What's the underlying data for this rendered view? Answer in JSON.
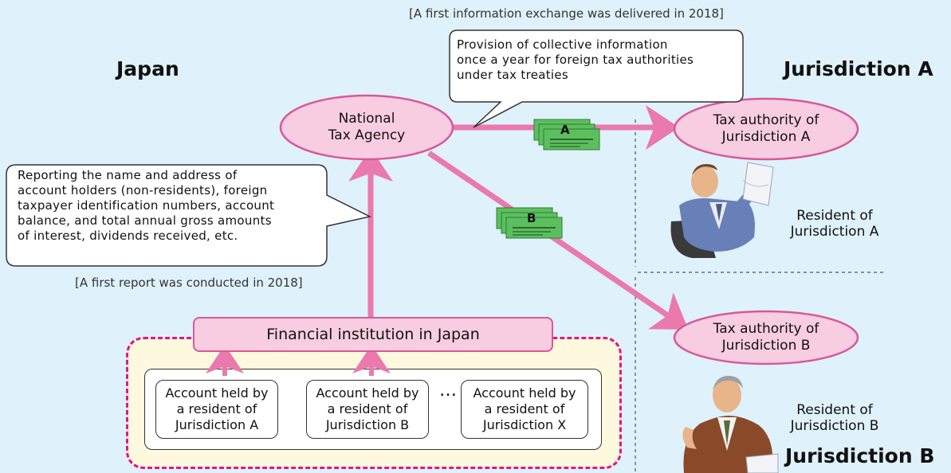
{
  "exchange_note": "[A first information exchange was delivered in 2018]",
  "report_note": "[A first report was conducted in 2018]",
  "regions": {
    "japan": "Japan",
    "jurisdiction_a": "Jurisdiction A",
    "jurisdiction_b": "Jurisdiction B"
  },
  "provision_callout": {
    "lines": [
      "Provision of collective information",
      "once a year for foreign tax authorities",
      "under tax treaties"
    ]
  },
  "reporting_callout": {
    "lines": [
      "Reporting the name and address of",
      "account holders (non-residents), foreign",
      "taxpayer identification numbers, account",
      "balance, and total annual gross amounts",
      "of interest, dividends received, etc."
    ]
  },
  "nodes": {
    "nta": [
      "National",
      "Tax Agency"
    ],
    "tax_a": [
      "Tax authority of",
      "Jurisdiction A"
    ],
    "tax_b": [
      "Tax authority of",
      "Jurisdiction B"
    ],
    "financial_institution": "Financial institution in Japan"
  },
  "accounts": [
    [
      "Account held by",
      "a resident of",
      "Jurisdiction A"
    ],
    [
      "Account held by",
      "a resident of",
      "Jurisdiction B"
    ],
    [
      "Account held by",
      "a resident of",
      "Jurisdiction X"
    ]
  ],
  "ellipsis": "…",
  "residents": {
    "a": [
      "Resident of",
      "Jurisdiction A"
    ],
    "b": [
      "Resident of",
      "Jurisdiction B"
    ]
  },
  "info_packets": {
    "a_label": "A",
    "b_label": "B"
  },
  "colors": {
    "background": "#dff1fb",
    "arrow": "#ea79ad",
    "ellipse_fill": "#f8cde1",
    "ellipse_stroke": "#d65a97",
    "dashed_border": "#e0168a",
    "yellow_panel": "#fdf9de",
    "packet_green": "#5cbf5f"
  }
}
